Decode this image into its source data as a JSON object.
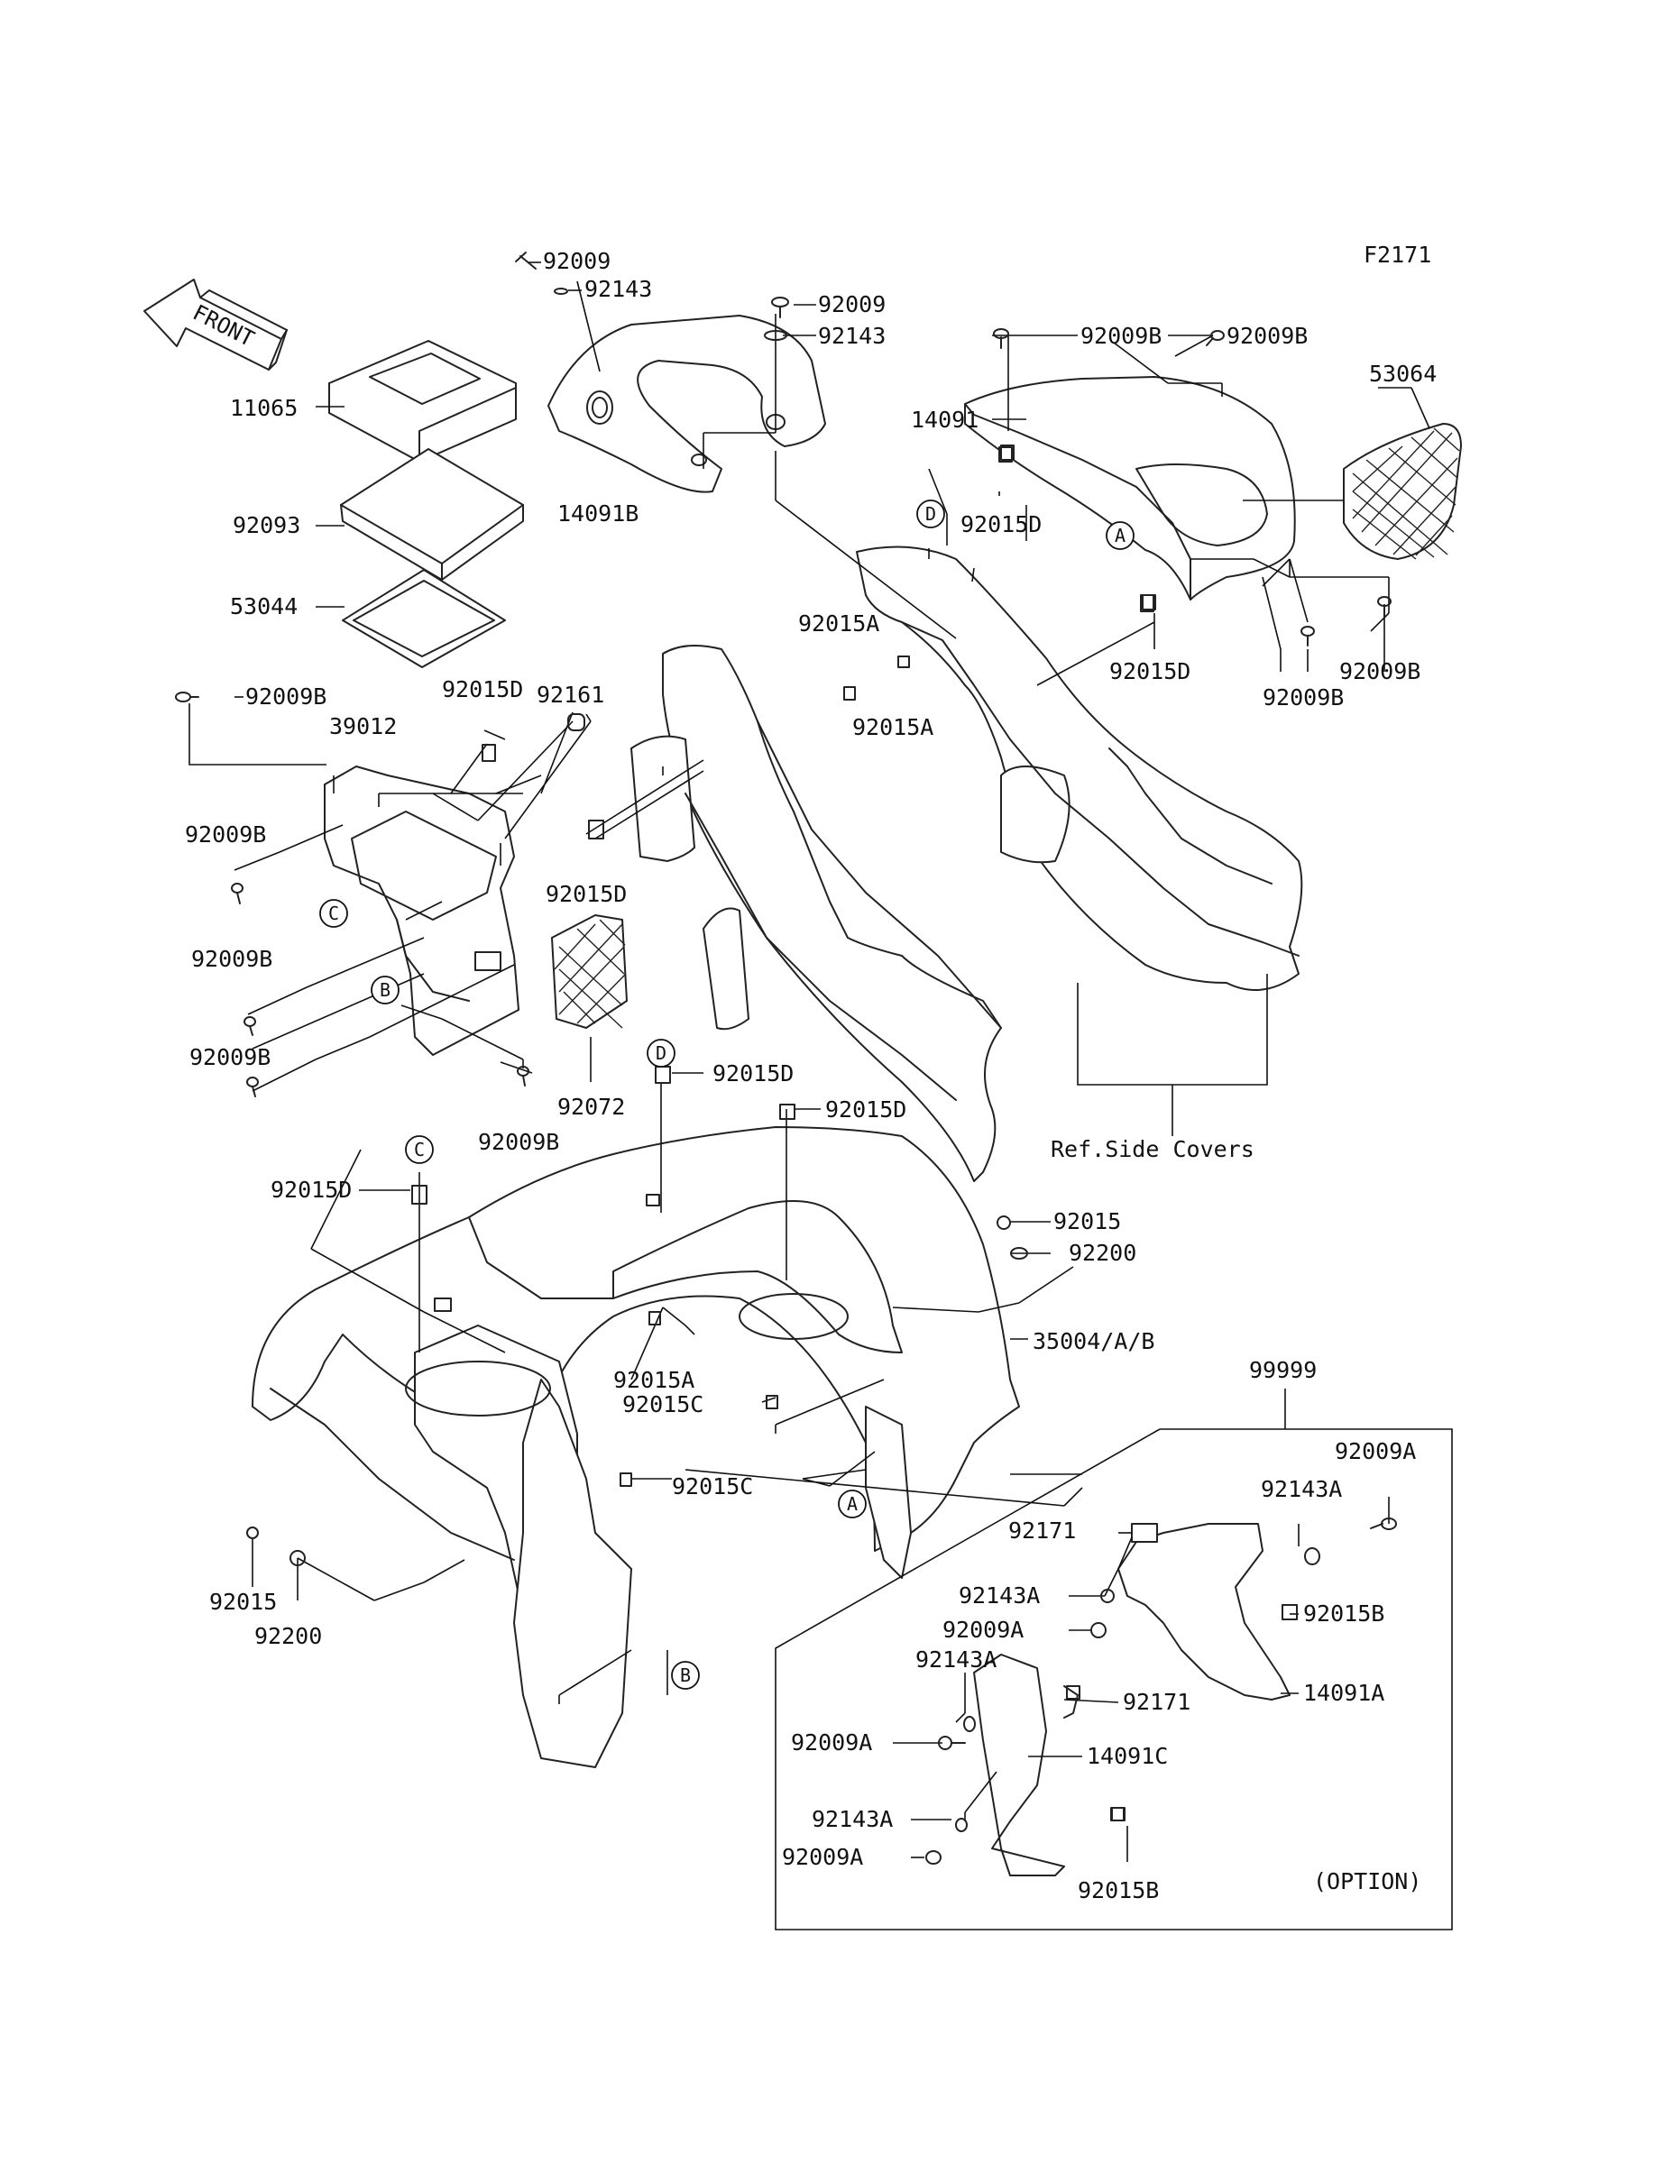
{
  "figure_code": "F2171",
  "front_arrow_label": "FRONT",
  "option_label": "(OPTION)",
  "ref_note": "Ref.Side Covers",
  "circle_labels": [
    "A",
    "B",
    "C",
    "D"
  ],
  "part_numbers": {
    "p11065": "11065",
    "p92093": "92093",
    "p53044": "53044",
    "p92009_top": "92009",
    "p92143_top": "92143",
    "p92009_mid": "92009",
    "p92143_mid": "92143",
    "p14091B": "14091B",
    "p92009B_1": "92009B",
    "p92009B_2": "92009B",
    "p14091": "14091",
    "p53064": "53064",
    "p92015D_1": "92015D",
    "p92015D_2": "92015D",
    "p92009B_3": "92009B",
    "p92009B_4": "92009B",
    "p92015A_1": "92015A",
    "p92015A_2": "92015A",
    "p92161": "92161",
    "p92009B_5": "92009B",
    "p92015D_3": "92015D",
    "p39012": "39012",
    "p92009B_6": "92009B",
    "p92015D_4": "92015D",
    "p92009B_7": "92009B",
    "p92009B_8": "92009B",
    "p92009B_9": "92009B",
    "p92072": "92072",
    "p92015D_5": "92015D",
    "p92015D_6": "92015D",
    "p92015D_7": "92015D",
    "p92015_1": "92015",
    "p92200_1": "92200",
    "p35004": "35004/A/B",
    "p92015A_3": "92015A",
    "p92015C_1": "92015C",
    "p92015C_2": "92015C",
    "p92015_2": "92015",
    "p92200_2": "92200",
    "p99999": "99999",
    "p92009A_1": "92009A",
    "p92143A_1": "92143A",
    "p92171_1": "92171",
    "p92143A_2": "92143A",
    "p92015B_1": "92015B",
    "p92009A_2": "92009A",
    "p92143A_3": "92143A",
    "p92171_2": "92171",
    "p14091A": "14091A",
    "p92009A_3": "92009A",
    "p14091C": "14091C",
    "p92143A_4": "92143A",
    "p92009A_4": "92009A",
    "p92015B_2": "92015B"
  }
}
